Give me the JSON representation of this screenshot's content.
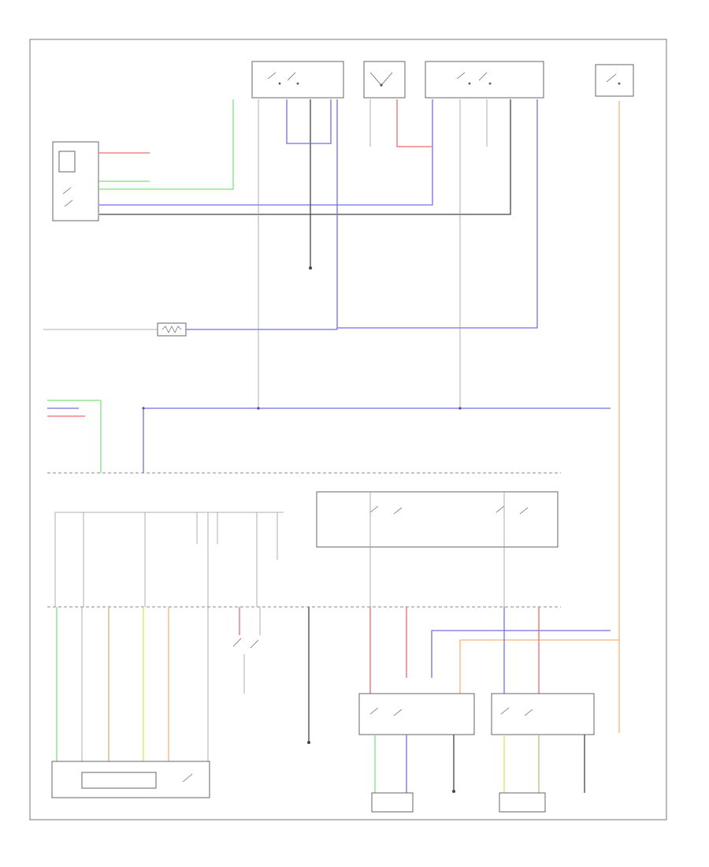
{
  "diagram": {
    "page_number": "",
    "components": [
      {
        "id": "left-switch-top",
        "label": ""
      },
      {
        "id": "center-switch-top",
        "label": ""
      },
      {
        "id": "right-switch-top",
        "label": ""
      },
      {
        "id": "far-right-switch",
        "label": ""
      },
      {
        "id": "left-motor",
        "label": ""
      },
      {
        "id": "resistor",
        "label": ""
      },
      {
        "id": "control-module",
        "label": ""
      },
      {
        "id": "left-front-module",
        "label": ""
      },
      {
        "id": "right-front-module",
        "label": ""
      },
      {
        "id": "left-bottom-assembly",
        "label": ""
      },
      {
        "id": "bottom-left-connector",
        "label": ""
      },
      {
        "id": "bottom-right-connector",
        "label": ""
      }
    ]
  }
}
